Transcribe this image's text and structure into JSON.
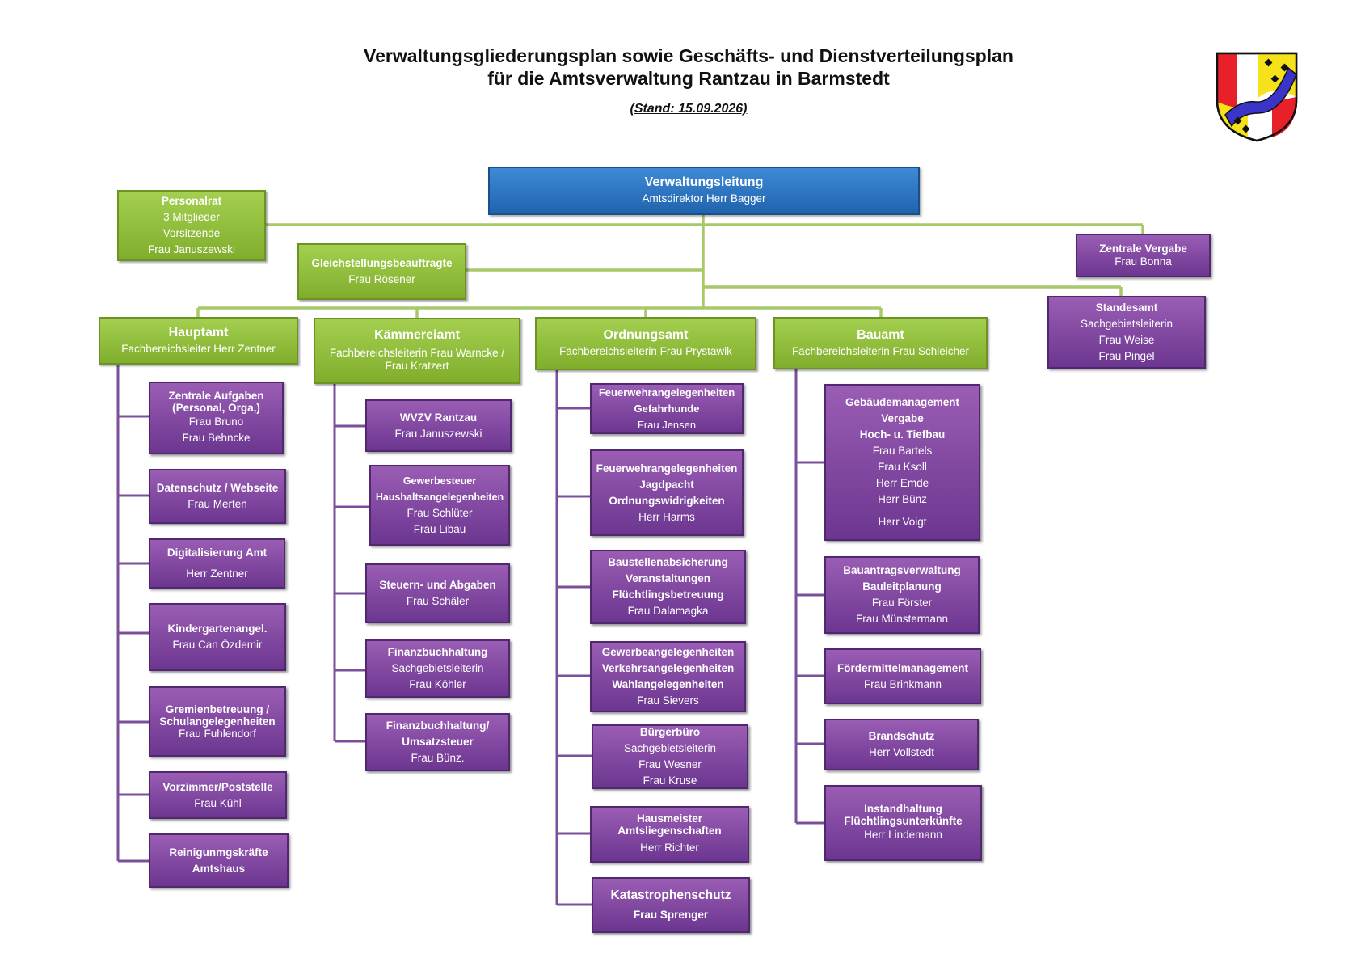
{
  "title": {
    "line1": "Verwaltungsgliederungsplan sowie Geschäfts- und Dienstverteilungsplan",
    "line2": "für die Amtsverwaltung Rantzau in Barmstedt",
    "stand": "(Stand: 15.09.2026)"
  },
  "crest": {
    "icon": "coat-of-arms-icon",
    "colors": [
      "#e8202a",
      "#ffffff",
      "#f5e21a",
      "#3a34c8",
      "#111111"
    ]
  },
  "colors": {
    "green": "#8dbb3a",
    "purple": "#7b3fa0",
    "blue": "#2e73c0",
    "connector_green": "#a8c96a",
    "connector_purple": "#7b4f9a"
  },
  "top": {
    "verwaltungsleitung": {
      "title": "Verwaltungsleitung",
      "person": "Amtsdirektor Herr Bagger"
    },
    "personalrat": {
      "title": "Personalrat",
      "line1": "3 Mitglieder",
      "line2": "Vorsitzende",
      "line3": "Frau Januszewski"
    },
    "gleichstellung": {
      "title": "Gleichstellungsbeauftragte",
      "person": "Frau Rösener"
    },
    "zentrale_vergabe": {
      "title": "Zentrale Vergabe",
      "person": "Frau Bonna"
    },
    "standesamt": {
      "title": "Standesamt",
      "role": "Sachgebietsleiterin",
      "person1": "Frau Weise",
      "person2": "Frau Pingel"
    }
  },
  "departments": [
    {
      "title": "Hauptamt",
      "head": "Fachbereichsleiter Herr Zentner",
      "units": [
        {
          "bold": [
            "Zentrale Aufgaben",
            "(Personal, Orga,)"
          ],
          "plain": [
            "Frau Bruno",
            "Frau Behncke"
          ]
        },
        {
          "bold": [
            "Datenschutz / Webseite"
          ],
          "plain": [
            "Frau Merten"
          ]
        },
        {
          "bold": [
            "Digitalisierung Amt"
          ],
          "plain": [
            "Herr Zentner"
          ]
        },
        {
          "bold": [
            "Kindergartenangel."
          ],
          "plain": [
            "Frau Can Özdemir"
          ]
        },
        {
          "bold": [
            "Gremienbetreuung /",
            "Schulangelegenheiten"
          ],
          "plain": [
            "Frau Fuhlendorf"
          ]
        },
        {
          "bold": [
            "Vorzimmer/Poststelle"
          ],
          "plain": [
            "Frau Kühl"
          ]
        },
        {
          "bold": [
            "Reinigunmgskräfte",
            "Amtshaus"
          ],
          "plain": []
        }
      ]
    },
    {
      "title": "Kämmereiamt",
      "head": "Fachbereichsleiterin Frau Warncke / Frau Kratzert",
      "units": [
        {
          "bold": [
            "WVZV Rantzau"
          ],
          "plain": [
            "Frau Januszewski"
          ]
        },
        {
          "bold": [
            "Gewerbesteuer",
            "Haushaltsangelegenheiten"
          ],
          "plain": [
            "Frau Schlüter",
            "Frau Libau"
          ]
        },
        {
          "bold": [
            "Steuern- und Abgaben"
          ],
          "plain": [
            "Frau Schäler"
          ]
        },
        {
          "bold": [
            "Finanzbuchhaltung"
          ],
          "plain": [
            "Sachgebietsleiterin",
            "Frau Köhler"
          ]
        },
        {
          "bold": [
            "Finanzbuchhaltung/",
            "Umsatzsteuer"
          ],
          "plain": [
            "Frau Bünz."
          ]
        }
      ]
    },
    {
      "title": "Ordnungsamt",
      "head": "Fachbereichsleiterin Frau Prystawik",
      "units": [
        {
          "bold": [
            "Feuerwehrangelegenheiten",
            "Gefahrhunde"
          ],
          "plain": [
            "Frau Jensen"
          ]
        },
        {
          "bold": [
            "Feuerwehrangelegenheiten",
            "Jagdpacht",
            "Ordnungswidrigkeiten"
          ],
          "plain": [
            "Herr Harms"
          ]
        },
        {
          "bold": [
            "Baustellenabsicherung",
            "Veranstaltungen",
            "Flüchtlingsbetreuung"
          ],
          "plain": [
            "Frau Dalamagka"
          ]
        },
        {
          "bold": [
            "Gewerbeangelegenheiten",
            "Verkehrsangelegenheiten",
            "Wahlangelegenheiten"
          ],
          "plain": [
            "Frau Sievers"
          ]
        },
        {
          "bold": [
            "Bürgerbüro"
          ],
          "plain": [
            "Sachgebietsleiterin",
            "Frau Wesner",
            "Frau Kruse"
          ]
        },
        {
          "bold": [
            "Hausmeister",
            "Amtsliegenschaften"
          ],
          "plain": [
            "Herr Richter"
          ]
        },
        {
          "bold": [
            "Katastrophenschutz",
            "Frau Sprenger"
          ],
          "plain": []
        }
      ]
    },
    {
      "title": "Bauamt",
      "head": "Fachbereichsleiterin Frau Schleicher",
      "units": [
        {
          "bold": [
            "Gebäudemanagement",
            "Vergabe",
            "Hoch- u. Tiefbau"
          ],
          "plain": [
            "Frau Bartels",
            "Frau Ksoll",
            "Herr Emde",
            "Herr Bünz",
            "Herr Voigt"
          ]
        },
        {
          "bold": [
            "Bauantragsverwaltung",
            "Bauleitplanung"
          ],
          "plain": [
            "Frau Förster",
            "Frau Münstermann"
          ]
        },
        {
          "bold": [
            "Fördermittelmanagement"
          ],
          "plain": [
            "Frau Brinkmann"
          ]
        },
        {
          "bold": [
            "Brandschutz"
          ],
          "plain": [
            "Herr Vollstedt"
          ]
        },
        {
          "bold": [
            "Instandhaltung",
            "Flüchtlingsunterkünfte"
          ],
          "plain": [
            "Herr Lindemann"
          ]
        }
      ]
    }
  ]
}
